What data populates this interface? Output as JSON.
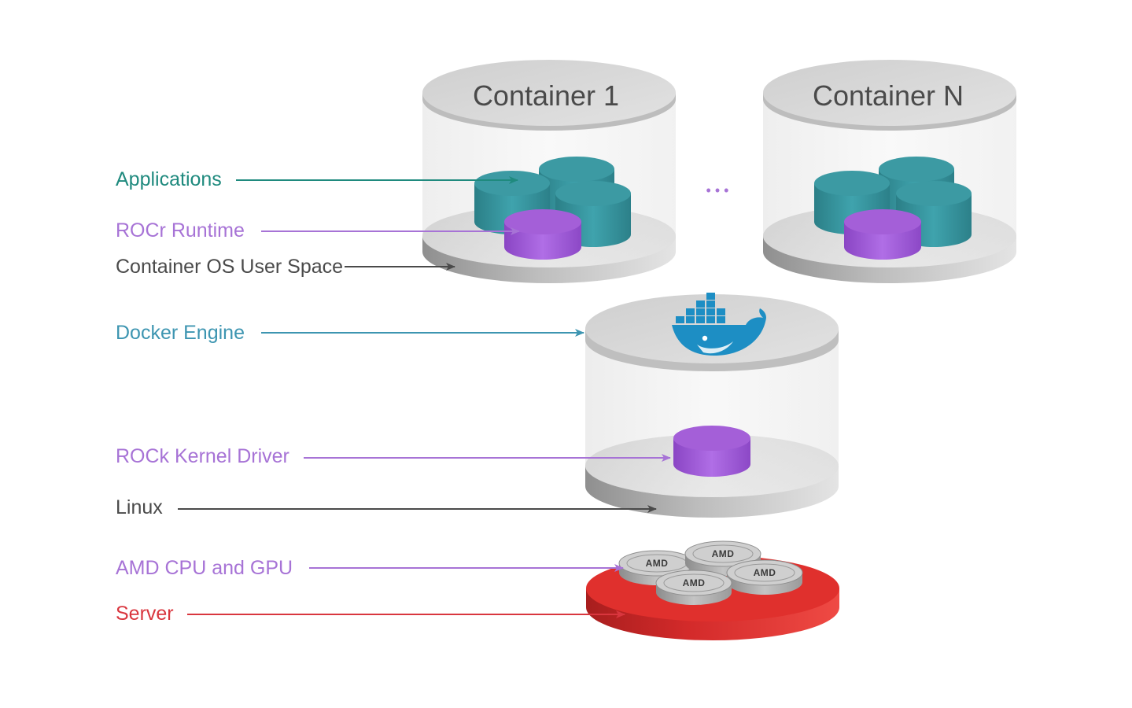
{
  "colors": {
    "applications": "#1f8a7e",
    "rocr_runtime": "#a773d6",
    "container_os": "#4a4a4a",
    "docker_engine": "#3d95b1",
    "rock_kernel": "#a773d6",
    "linux": "#4a4a4a",
    "amd_cpu_gpu": "#a773d6",
    "server": "#d9363e",
    "teal_cylinder": "#3a9aa3",
    "purple_cylinder": "#a45fd8",
    "server_red": "#e0302d",
    "chip_gray": "#c8c8c8"
  },
  "labels": {
    "applications": "Applications",
    "rocr_runtime": "ROCr Runtime",
    "container_os": "Container OS User Space",
    "docker_engine": "Docker Engine",
    "rock_kernel": "ROCk Kernel Driver",
    "linux": "Linux",
    "amd_cpu_gpu": "AMD CPU and GPU",
    "server": "Server"
  },
  "containers": {
    "first": "Container 1",
    "last": "Container N",
    "ellipsis": "• • •"
  },
  "chips": {
    "brand": "AMD"
  },
  "icons": {
    "docker": "docker-whale-icon"
  }
}
